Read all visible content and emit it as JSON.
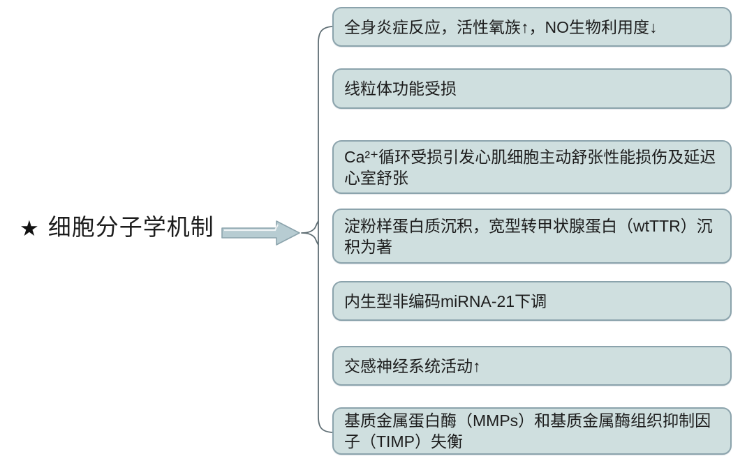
{
  "diagram": {
    "root": {
      "star_icon": "★",
      "label": "细胞分子学机制"
    },
    "branches": [
      {
        "label": "全身炎症反应，活性氧族↑，NO生物利用度↓"
      },
      {
        "label": "线粒体功能受损"
      },
      {
        "label": "Ca²⁺循环受损引发心肌细胞主动舒张性能损伤及延迟心室舒张"
      },
      {
        "label": "淀粉样蛋白质沉积，宽型转甲状腺蛋白（wtTTR）沉积为著"
      },
      {
        "label": "内生型非编码miRNA-21下调"
      },
      {
        "label": "交感神经系统活动↑"
      },
      {
        "label": "基质金属蛋白酶（MMPs）和基质金属酶组织抑制因子（TIMP）失衡"
      }
    ],
    "colors": {
      "background": "#ffffff",
      "box_fill": "#cfdfdf",
      "box_border": "#8ba3ac",
      "arrow_fill": "#b7ccd2",
      "arrow_border": "#8ba3ac",
      "connector": "#5f6e74",
      "text": "#1c1c1c"
    }
  }
}
